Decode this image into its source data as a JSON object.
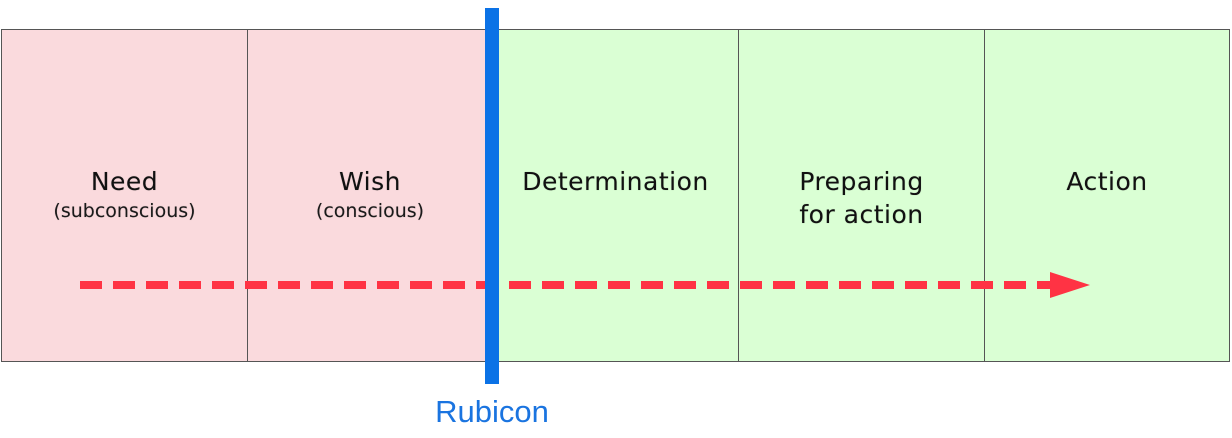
{
  "stages": [
    {
      "title": "Need",
      "subtitle": "(subconscious)"
    },
    {
      "title": "Wish",
      "subtitle": "(conscious)"
    },
    {
      "title": "Determination",
      "subtitle": ""
    },
    {
      "title": "Preparing\nfor action",
      "subtitle": ""
    },
    {
      "title": "Action",
      "subtitle": ""
    }
  ],
  "divider": {
    "label": "Rubicon"
  },
  "colors": {
    "before_divider": "#fadadd",
    "after_divider": "#daffd4",
    "divider": "#0b72e6",
    "divider_label": "#1a74e0",
    "arrow": "#ff3344",
    "border": "#555555"
  }
}
